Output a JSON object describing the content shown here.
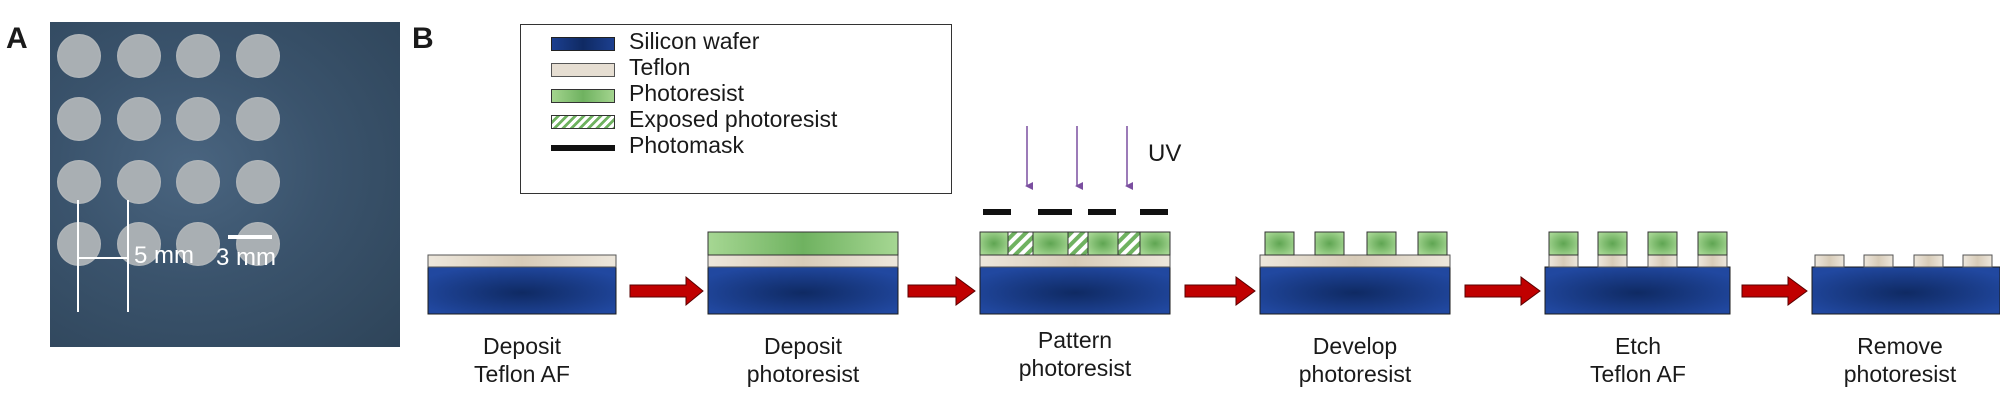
{
  "panels": {
    "a": "A",
    "b": "B"
  },
  "photo": {
    "scale_spacing_label": "5 mm",
    "scale_bar_label": "3 mm"
  },
  "legend": [
    {
      "key": "silicon",
      "label": "Silicon wafer"
    },
    {
      "key": "teflon",
      "label": "Teflon"
    },
    {
      "key": "photoresist",
      "label": "Photoresist"
    },
    {
      "key": "exposed",
      "label": "Exposed photoresist"
    },
    {
      "key": "photomask",
      "label": "Photomask"
    }
  ],
  "uv_label": "UV",
  "steps": [
    {
      "line1": "Deposit",
      "line2": "Teflon AF"
    },
    {
      "line1": "Deposit",
      "line2": "photoresist"
    },
    {
      "line1": "Pattern",
      "line2": "photoresist"
    },
    {
      "line1": "Develop",
      "line2": "photoresist"
    },
    {
      "line1": "Etch",
      "line2": "Teflon AF"
    },
    {
      "line1": "Remove",
      "line2": "photoresist"
    }
  ],
  "colors": {
    "silicon": "#1c3f8f",
    "silicon_dark": "#0f2a63",
    "teflon": "#e6ded2",
    "photoresist": "#8fc87a",
    "photoresist_dark": "#5fa552",
    "arrow": "#c00000",
    "uv_arrow": "#7b4fa0",
    "photomask": "#111111"
  }
}
